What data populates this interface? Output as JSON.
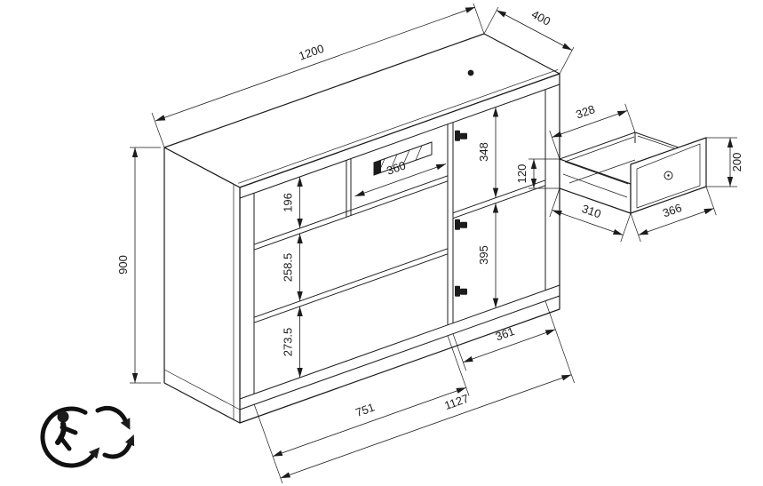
{
  "cabinet": {
    "label": "sideboard isometric technical drawing",
    "dims": {
      "width": "1200",
      "depth": "400",
      "height": "900",
      "left_gap_top": "196",
      "left_gap_middle": "258.5",
      "left_gap_bottom": "273.5",
      "cubby_width": "360",
      "right_gap_top": "348",
      "right_gap_bottom": "395",
      "right_inner_width": "361",
      "left_inner_width": "751",
      "total_inner_width": "1127"
    }
  },
  "drawer": {
    "label": "drawer detail drawing",
    "dims": {
      "back_width": "328",
      "front_height": "200",
      "box_height": "120",
      "depth": "310",
      "front_width": "366"
    }
  },
  "icons": {
    "recycling": "triman-recycling-icon"
  },
  "colors": {
    "line": "#1c1c1c",
    "background": "#ffffff"
  }
}
